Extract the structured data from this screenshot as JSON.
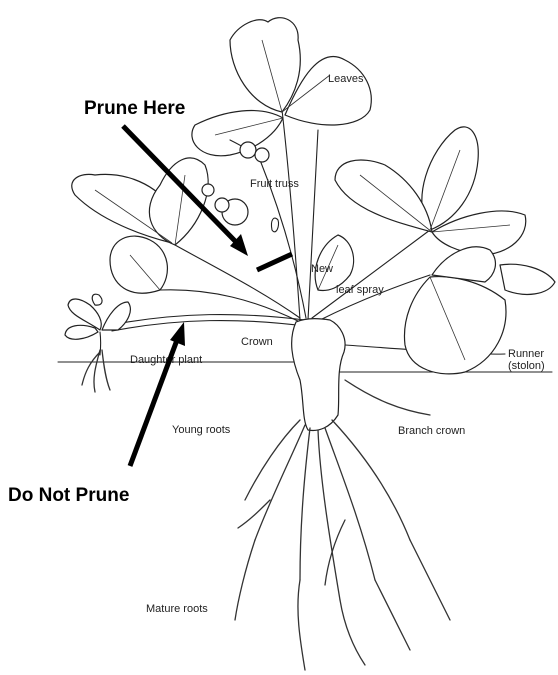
{
  "diagram": {
    "callouts": {
      "prune_here": "Prune Here",
      "do_not_prune": "Do Not Prune"
    },
    "labels": {
      "leaves": "Leaves",
      "fruit_truss": "Fruit truss",
      "new_leaf": "New",
      "leaf_spray": "leaf spray",
      "crown": "Crown",
      "daughter_plant": "Daughter plant",
      "runner": "Runner",
      "stolon": "(stolon)",
      "young_roots": "Young roots",
      "branch_crown": "Branch crown",
      "mature_roots": "Mature roots"
    }
  }
}
